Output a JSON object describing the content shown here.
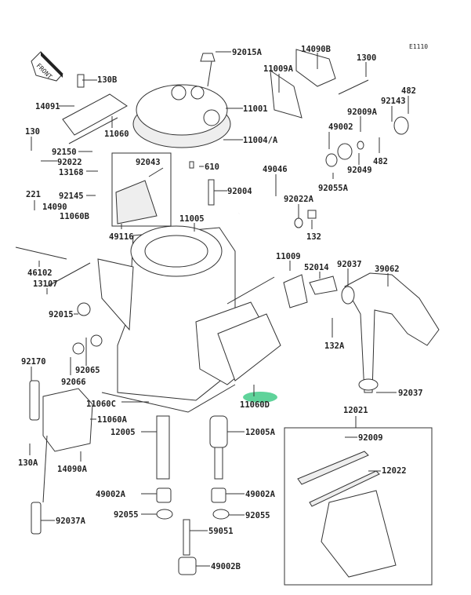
{
  "diagram_code": "E1110",
  "front_arrow_text": "FRONT",
  "highlight_color": "#5fd39a",
  "labels": {
    "p92015A": "92015A",
    "p14090B": "14090B",
    "p11009A": "11009A",
    "p1300": "1300",
    "p130B": "130B",
    "p11001": "11001",
    "p14091": "14091",
    "p482a": "482",
    "p92143": "92143",
    "p92009A": "92009A",
    "p130": "130",
    "p11060": "11060",
    "p11004A": "11004/A",
    "p49002": "49002",
    "p482b": "482",
    "p92049": "92049",
    "p92150": "92150",
    "p92022": "92022",
    "p13168": "13168",
    "p92043": "92043",
    "p610": "610",
    "p49046": "49046",
    "p92004": "92004",
    "p92055A": "92055A",
    "p221": "221",
    "p92145": "92145",
    "p92022A": "92022A",
    "p14090": "14090",
    "p11060B": "11060B",
    "p11005": "11005",
    "p132": "132",
    "p49116": "49116",
    "p11009": "11009",
    "p46102": "46102",
    "p52014": "52014",
    "p92037a": "92037",
    "p39062": "39062",
    "p13107": "13107",
    "p92015": "92015",
    "p132A": "132A",
    "p92170": "92170",
    "p92065": "92065",
    "p92066": "92066",
    "p92037b": "92037",
    "p11060C": "11060C",
    "p11060D": "11060D",
    "p12021": "12021",
    "p11060A": "11060A",
    "p12005": "12005",
    "p12005A": "12005A",
    "p92009": "92009",
    "p130A": "130A",
    "p14090A": "14090A",
    "p12022": "12022",
    "p49002Aa": "49002A",
    "p49002Ab": "49002A",
    "p92055a": "92055",
    "p92055b": "92055",
    "p92037A": "92037A",
    "p59051": "59051",
    "p49002B": "49002B"
  }
}
